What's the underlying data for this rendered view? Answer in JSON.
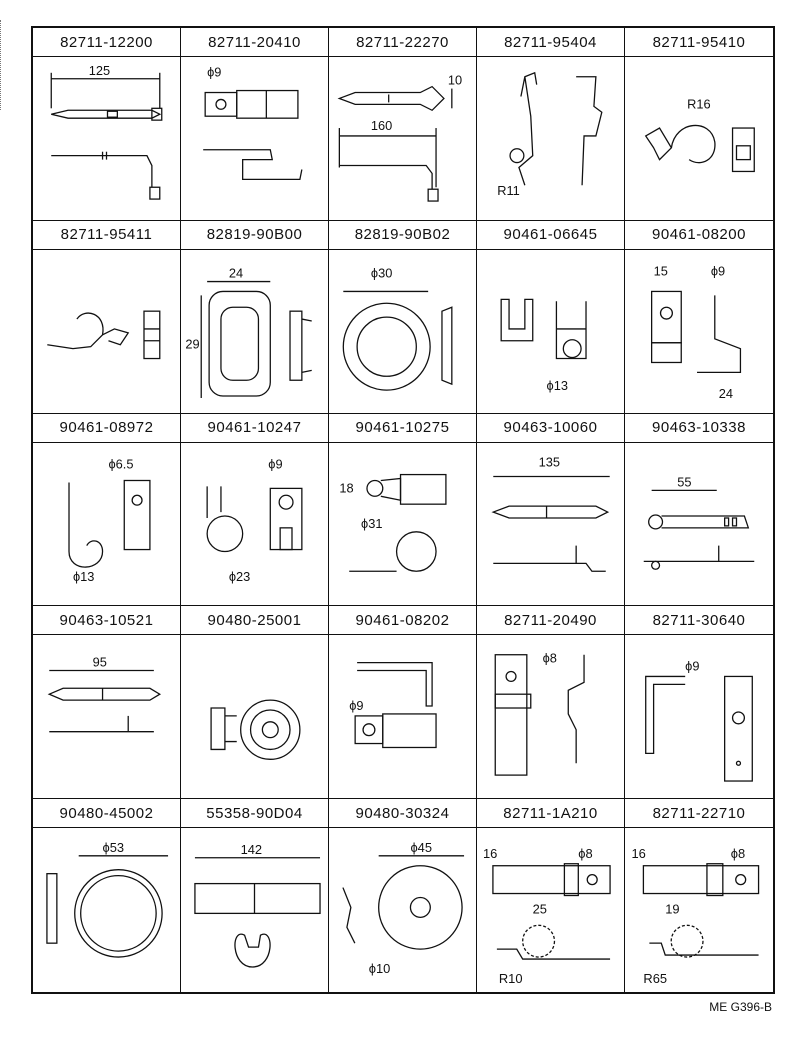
{
  "cells": [
    {
      "part": "82711-12200",
      "dims": [
        "125"
      ]
    },
    {
      "part": "82711-20410",
      "dims": [
        "ϕ9"
      ]
    },
    {
      "part": "82711-22270",
      "dims": [
        "10",
        "160"
      ]
    },
    {
      "part": "82711-95404",
      "dims": [
        "R11"
      ]
    },
    {
      "part": "82711-95410",
      "dims": [
        "R16"
      ]
    },
    {
      "part": "82711-95411",
      "dims": []
    },
    {
      "part": "82819-90B00",
      "dims": [
        "24",
        "29"
      ]
    },
    {
      "part": "82819-90B02",
      "dims": [
        "ϕ30"
      ]
    },
    {
      "part": "90461-06645",
      "dims": [
        "ϕ13"
      ]
    },
    {
      "part": "90461-08200",
      "dims": [
        "15",
        "ϕ9",
        "24"
      ]
    },
    {
      "part": "90461-08972",
      "dims": [
        "ϕ6.5",
        "ϕ13"
      ]
    },
    {
      "part": "90461-10247",
      "dims": [
        "ϕ9",
        "ϕ23"
      ]
    },
    {
      "part": "90461-10275",
      "dims": [
        "18",
        "ϕ31"
      ]
    },
    {
      "part": "90463-10060",
      "dims": [
        "135"
      ]
    },
    {
      "part": "90463-10338",
      "dims": [
        "55"
      ]
    },
    {
      "part": "90463-10521",
      "dims": [
        "95"
      ]
    },
    {
      "part": "90480-25001",
      "dims": []
    },
    {
      "part": "90461-08202",
      "dims": [
        "ϕ9"
      ]
    },
    {
      "part": "82711-20490",
      "dims": [
        "ϕ8"
      ]
    },
    {
      "part": "82711-30640",
      "dims": [
        "ϕ9"
      ]
    },
    {
      "part": "90480-45002",
      "dims": [
        "ϕ53"
      ]
    },
    {
      "part": "55358-90D04",
      "dims": [
        "142"
      ]
    },
    {
      "part": "90480-30324",
      "dims": [
        "ϕ45",
        "ϕ10"
      ]
    },
    {
      "part": "82711-1A210",
      "dims": [
        "16",
        "ϕ8",
        "25",
        "R10"
      ]
    },
    {
      "part": "82711-22710",
      "dims": [
        "16",
        "ϕ8",
        "19",
        "R65"
      ]
    }
  ],
  "footer": "ME  G396-B"
}
